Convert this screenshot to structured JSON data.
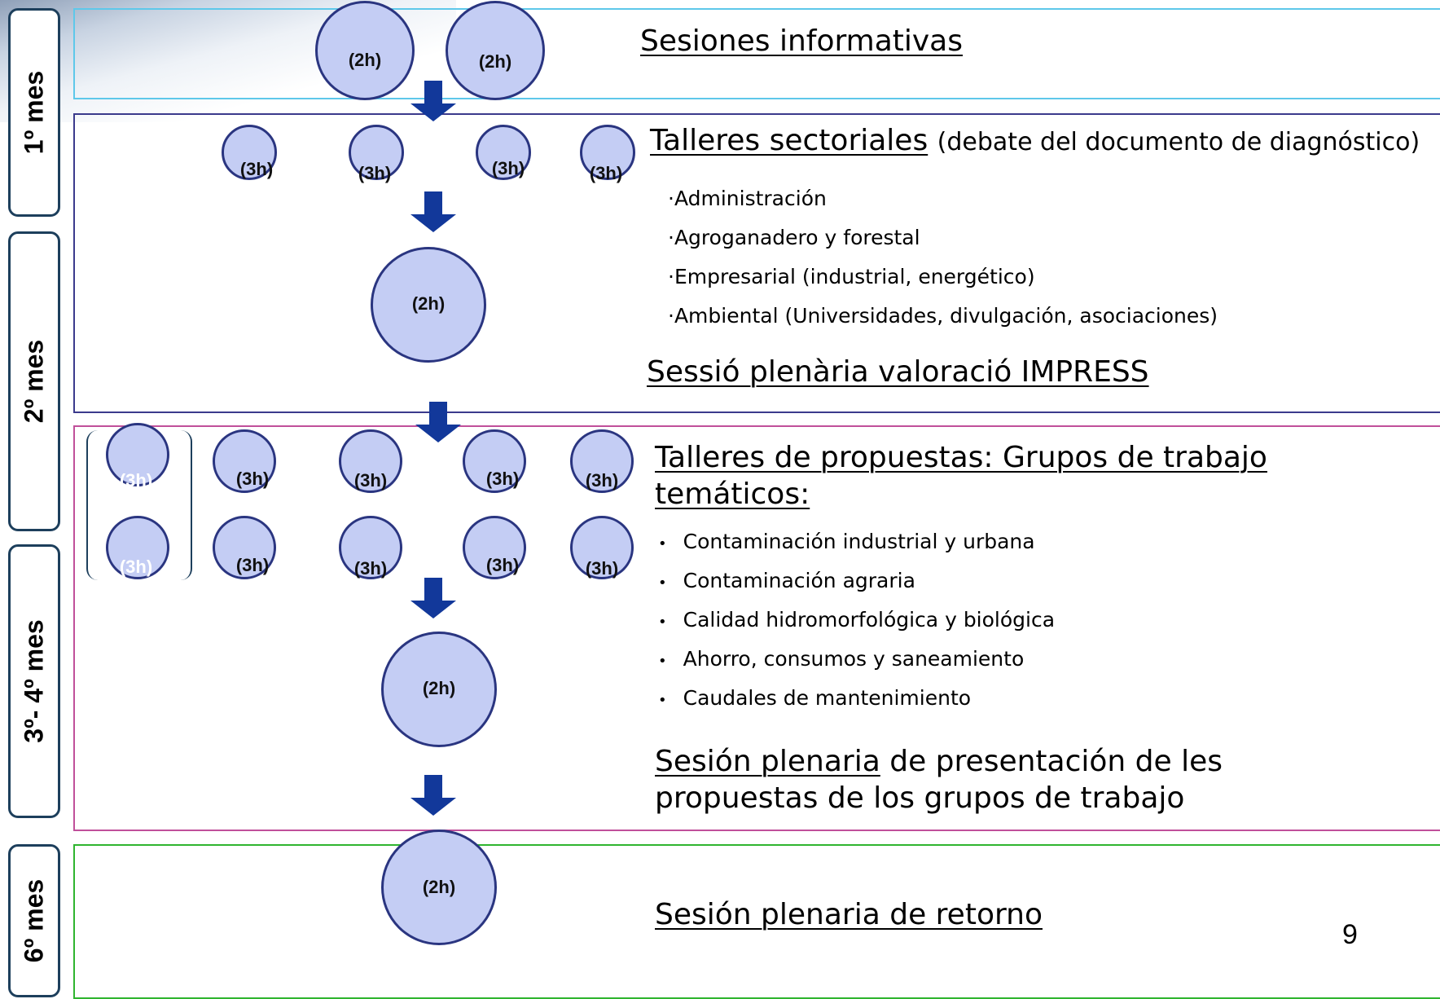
{
  "months": [
    "1º mes",
    "2º mes",
    "3º- 4º mes",
    "6º mes"
  ],
  "circle_labels": {
    "two_h": "(2h)",
    "three_h": "(3h)"
  },
  "sections": {
    "informativas": {
      "title": "Sesiones informativas"
    },
    "sectoriales": {
      "title": "Talleres sectoriales",
      "subtitle": "(debate del documento de diagnóstico)",
      "items": [
        "Administración",
        "Agroganadero y forestal",
        "Empresarial (industrial, energético)",
        "Ambiental (Universidades, divulgación, asociaciones)"
      ]
    },
    "plenaria_impress": {
      "title": "Sessió plenària valoració IMPRESS"
    },
    "propuestas": {
      "title_line1": "Talleres de propuestas: Grupos de trabajo",
      "title_line2": "temáticos:",
      "bullet_char": "•",
      "items": [
        "Contaminación industrial y urbana",
        "Contaminación agraria",
        "Calidad hidromorfológica y biológica",
        "Ahorro, consumos y saneamiento",
        "Caudales de mantenimiento"
      ]
    },
    "plenaria_presentacion": {
      "title_underlined": "Sesión plenaria",
      "title_rest": " de presentación de les",
      "title_line2": "propuestas de los grupos de trabajo"
    },
    "retorno": {
      "title": "Sesión plenaria de retorno"
    }
  },
  "page_number": "9",
  "colors": {
    "circle_fill": "#c4cdf4",
    "circle_border": "#2a3580",
    "arrow": "#12389a",
    "band_informativas": "#5ec8ea",
    "band_sectoriales": "#3b3a8c",
    "band_propuestas": "#c0509a",
    "band_retorno": "#2fb52f"
  }
}
